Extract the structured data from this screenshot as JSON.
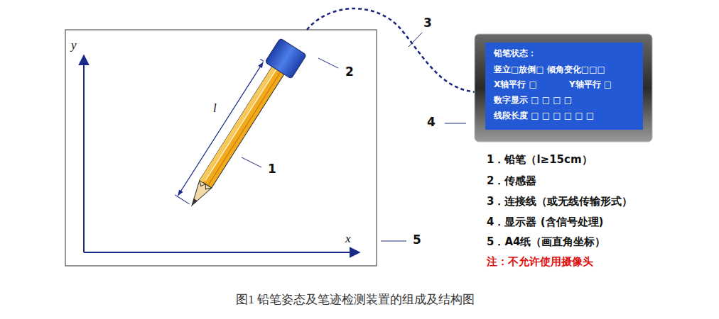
{
  "diagram": {
    "caption": "图1 铅笔姿态及笔迹检测装置的组成及结构图",
    "nodes": [
      {
        "text": [
          "铅笔状态：",
          "竖立□放倒□ 倾角变化□□□",
          "X轴平行 □",
          "Y轴平行 □",
          "数字显示 □  □  □  □",
          "线段长度 □ □ □ □ □ □"
        ]
      }
    ],
    "labels": [
      "y",
      "x",
      "l",
      "1",
      "2",
      "3",
      "4",
      "5",
      "1．铅笔（l≥15cm）",
      "2．传感器",
      "3．连接线（或无线传输形式）",
      "4．显示器 (含信号处理)",
      "5．A4纸（画直角坐标）",
      "注：不允许使用摄像头"
    ]
  }
}
